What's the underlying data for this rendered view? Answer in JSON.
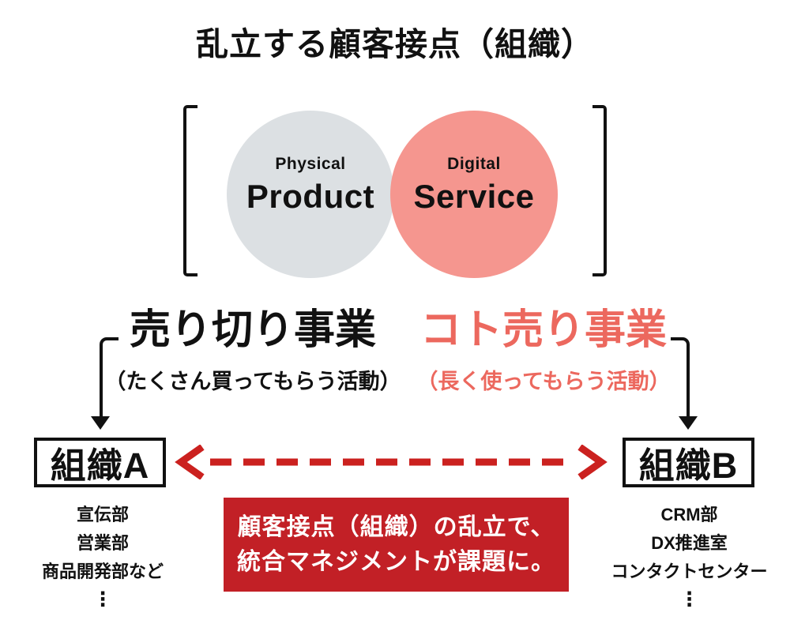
{
  "title": "乱立する顧客接点（組織）",
  "venn": {
    "physical": {
      "category": "Physical",
      "name": "Product"
    },
    "digital": {
      "category": "Digital",
      "name": "Service"
    }
  },
  "left_business": {
    "title": "売り切り事業",
    "subtitle": "（たくさん買ってもらう活動）"
  },
  "right_business": {
    "title": "コト売り事業",
    "subtitle": "（長く使ってもらう活動）"
  },
  "org_a": {
    "name": "組織A",
    "departments": [
      "宣伝部",
      "営業部",
      "商品開発部など"
    ],
    "ellipsis": "⋮"
  },
  "org_b": {
    "name": "組織B",
    "departments": [
      "CRM部",
      "DX推進室",
      "コンタクトセンター"
    ],
    "ellipsis": "⋮"
  },
  "callout": {
    "line1": "顧客接点（組織）の乱立で、",
    "line2": "統合マネジメントが課題に。"
  },
  "colors": {
    "gray_circle": "#dce0e3",
    "pink_circle": "#f5968f",
    "accent_red": "#ec685e",
    "callout_red": "#c22026",
    "arrow_red": "#cb211f",
    "ink": "#111111"
  }
}
